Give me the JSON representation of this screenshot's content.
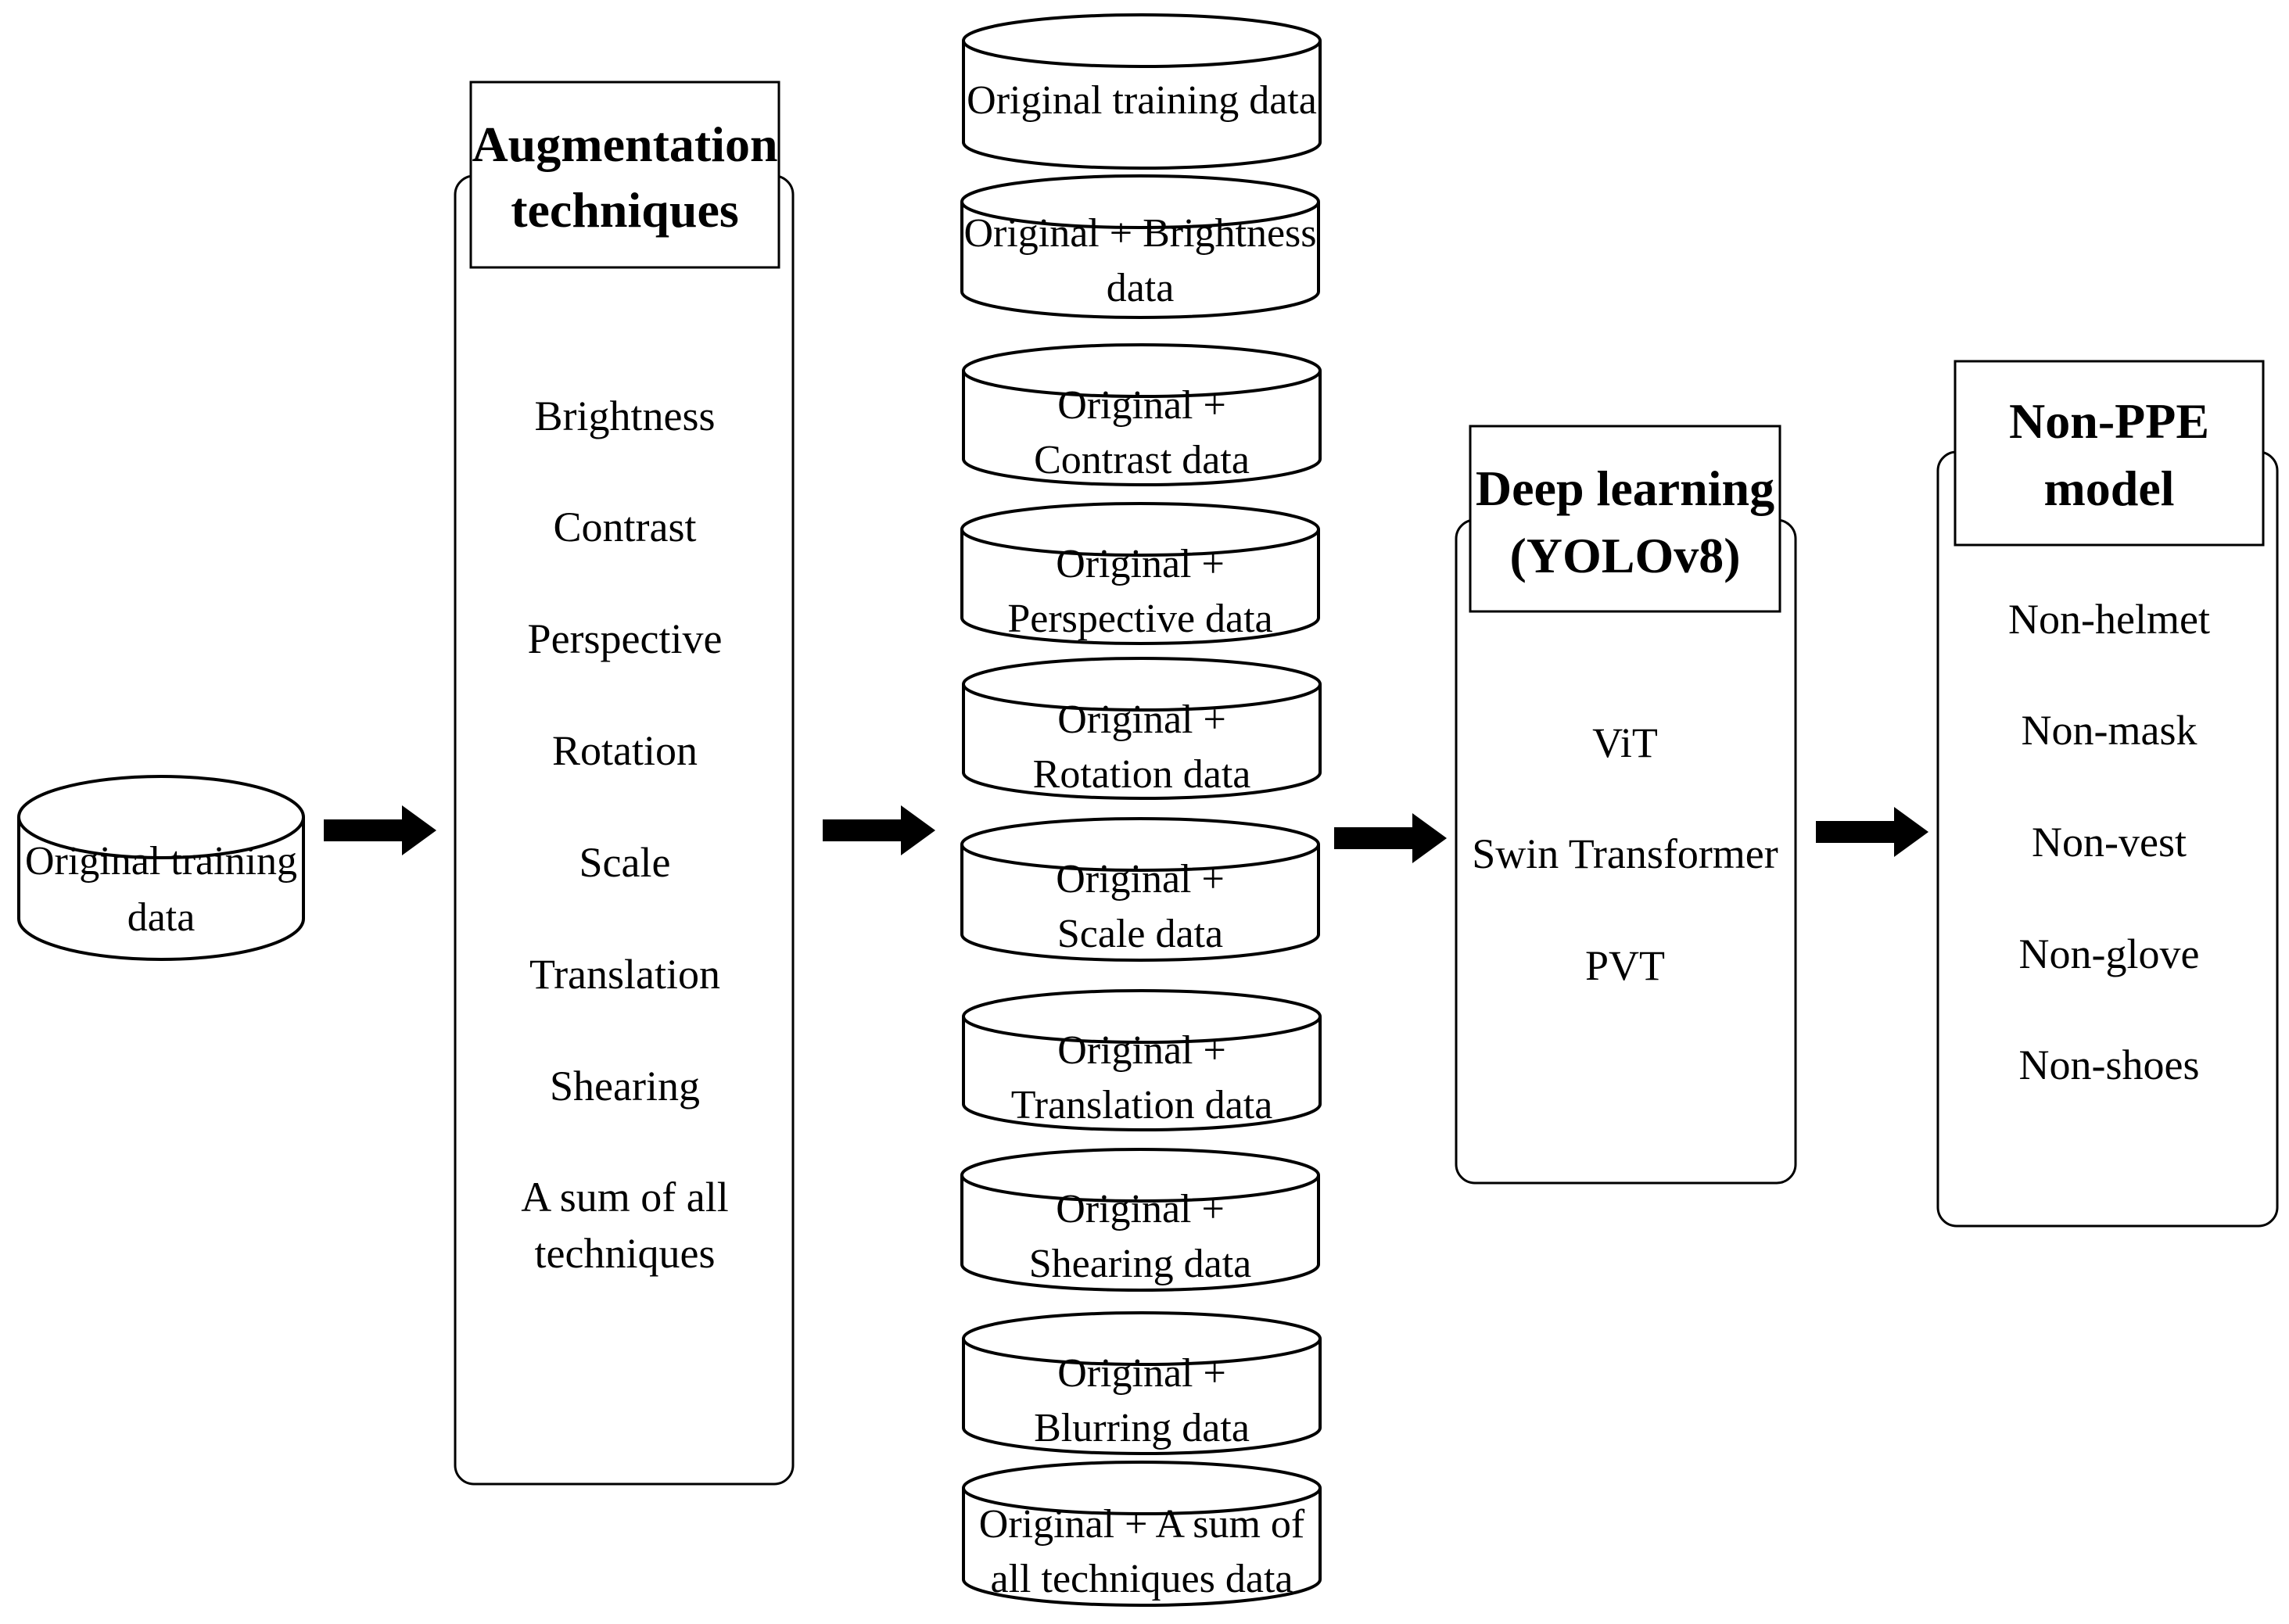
{
  "input_store": {
    "line1": "Original training",
    "line2": "data"
  },
  "augmentation": {
    "title_line1": "Augmentation",
    "title_line2": "techniques",
    "items": [
      "Brightness",
      "Contrast",
      "Perspective",
      "Rotation",
      "Scale",
      "Translation",
      "Shearing"
    ],
    "last_item_line1": "A sum of all",
    "last_item_line2": "techniques"
  },
  "datasets": [
    {
      "line1": "Original training data",
      "line2": ""
    },
    {
      "line1": "Original + Brightness",
      "line2": "data"
    },
    {
      "line1": "Original +",
      "line2": "Contrast data"
    },
    {
      "line1": "Original +",
      "line2": "Perspective data"
    },
    {
      "line1": "Original +",
      "line2": "Rotation data"
    },
    {
      "line1": "Original +",
      "line2": "Scale data"
    },
    {
      "line1": "Original +",
      "line2": "Translation data"
    },
    {
      "line1": "Original +",
      "line2": "Shearing data"
    },
    {
      "line1": "Original +",
      "line2": "Blurring data"
    },
    {
      "line1": "Original + A sum of",
      "line2": "all techniques data"
    }
  ],
  "deep_learning": {
    "title_line1": "Deep learning",
    "title_line2": "(YOLOv8)",
    "items": [
      "ViT",
      "Swin Transformer",
      "PVT"
    ]
  },
  "non_ppe_model": {
    "title_line1": "Non-PPE",
    "title_line2": "model",
    "items": [
      "Non-helmet",
      "Non-mask",
      "Non-vest",
      "Non-glove",
      "Non-shoes"
    ]
  }
}
